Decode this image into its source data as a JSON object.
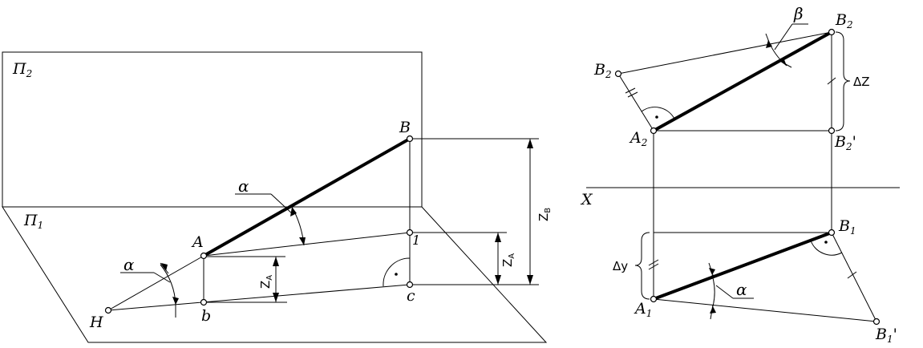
{
  "left_view": {
    "plane_v": {
      "name": "П",
      "sub": "2"
    },
    "plane_h": {
      "name": "П",
      "sub": "1"
    },
    "points": {
      "A": "A",
      "B": "B",
      "H": "H",
      "b": "b",
      "c": "c",
      "one": "1"
    },
    "angle": "α",
    "dims": {
      "za_inner": {
        "base": "Z",
        "sub": "A"
      },
      "za_right": {
        "base": "Z",
        "sub": "A"
      },
      "zb": {
        "base": "Z",
        "sub": "B"
      }
    }
  },
  "right_view": {
    "axis": "X",
    "points": {
      "B2_rot": {
        "base": "B",
        "sub": "2"
      },
      "B2": {
        "base": "B",
        "sub": "2"
      },
      "A2": {
        "base": "A",
        "sub": "2"
      },
      "B2p": {
        "base": "B",
        "sub": "2",
        "prime": "'"
      },
      "B1": {
        "base": "B",
        "sub": "1"
      },
      "A1": {
        "base": "A",
        "sub": "1"
      },
      "B1p": {
        "base": "B",
        "sub": "1",
        "prime": "'"
      }
    },
    "beta": "β",
    "alpha": "α",
    "delta_z": "ΔZ",
    "delta_y": "Δy"
  }
}
